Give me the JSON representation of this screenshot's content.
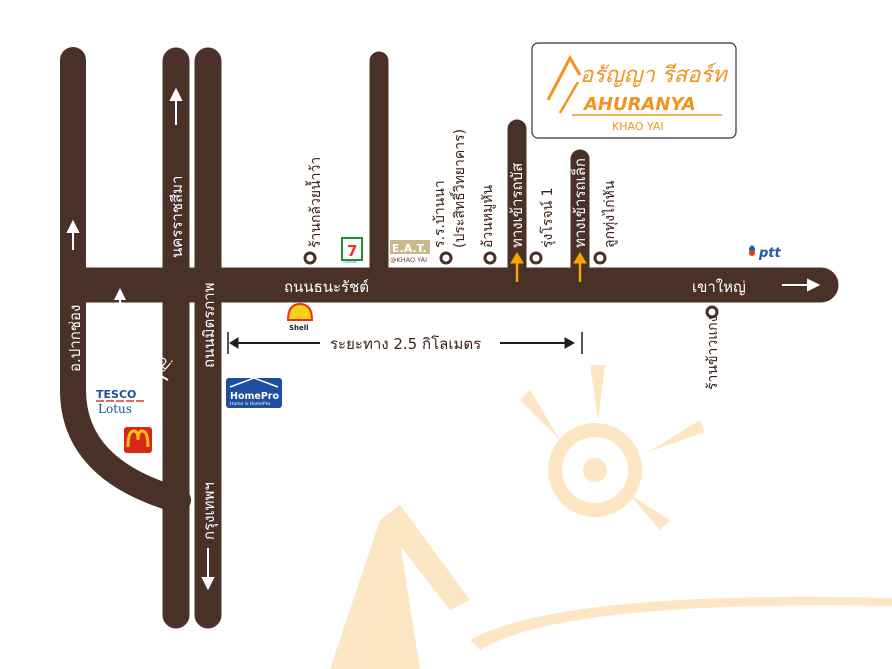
{
  "resort": {
    "name_th": "อรัญญา รีสอร์ท",
    "name_en": "AHURANYA",
    "location": "KHAO YAI"
  },
  "roads": {
    "pak_chong": "อ.ปากช่อง",
    "nakhon_ratchasima": "นครราชสีมา",
    "mittraphap": "ถนนมิตรภาพ",
    "bangkok": "กรุงเทพฯ",
    "thanarat": "ถนนธนะรัชต์",
    "khao_yai": "เขาใหญ่",
    "khao_yai_turn": "เขาใหญ่"
  },
  "distance": "ระยะทาง 2.5 กิโลเมตร",
  "landmarks": {
    "kluay_nam_wa": "ร้านกล้วยน้ำว้า",
    "seven_eleven": "7-ELEVEn",
    "eat": "E.A.T.",
    "eat_sub": "@KHAO YAI",
    "school": "ร.ร.บ้านนา",
    "school_sub": "(ประสิทธิ์วิทยาคาร)",
    "uan_mu_han": "อ้วนหมูหัน",
    "bus_entrance": "ทางเข้ารถบัส",
    "rung_rot": "รุ่งโรจน์ 1",
    "car_entrance": "ทางเข้ารถเล็ก",
    "luk_thung": "ลูกทุ่งไก่หัน",
    "ptt": "ptt",
    "khao_kaeng": "ร้านข้าวแกง",
    "shell": "Shell",
    "homepro": "HomePro",
    "homepro_sub": "Home is HomePro",
    "tesco": "TESCO",
    "lotus": "Lotus"
  },
  "colors": {
    "road": "#4a3127",
    "accent": "#f39320",
    "arrow": "#f7a500",
    "watermark": "#fde6c4"
  }
}
